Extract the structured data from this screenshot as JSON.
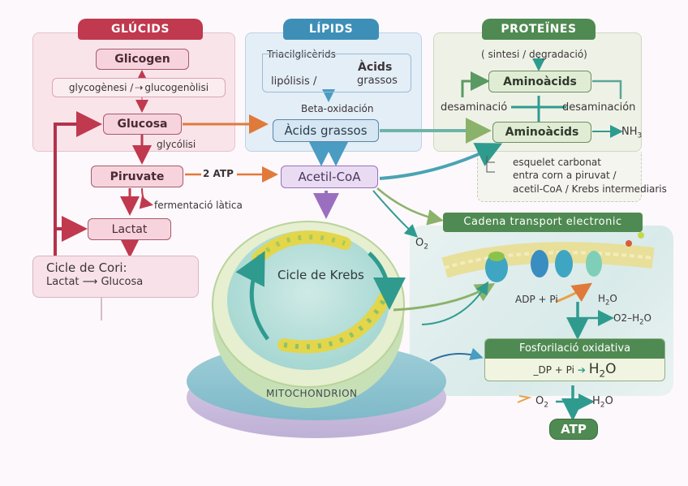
{
  "colors": {
    "glucids": "#c0394e",
    "lipids": "#3d8fb7",
    "proteines": "#4f8a52",
    "acetil": "#9b6fc0",
    "orange": "#e07a3a",
    "teal": "#2f9b8f"
  },
  "glucids": {
    "header": "GLÚCIDS",
    "glicogen": "Glicogen",
    "glyco_label_left": "glycogènesi /",
    "glyco_label_right": "glucogenòlisi",
    "glucosa": "Glucosa",
    "glycolisi": "glycólisi",
    "piruvate": "Piruvate",
    "atp_label": "2 ATP",
    "fermentacio": "fermentació làtica",
    "lactat": "Lactat",
    "cori_title": "Cicle de Cori:",
    "cori_from": "Lactat",
    "cori_to": "Glucosa"
  },
  "lipids": {
    "header": "LÍPIDS",
    "triacil": "Triacilglicèrids",
    "lipolisi": "lipólisis /",
    "acids_top_1": "Àcids",
    "acids_top_2": "grassos",
    "beta": "Beta-oxidación",
    "acids_grassos": "Àcids grassos",
    "acetil": "Acetil-CoA"
  },
  "proteines": {
    "header": "PROTEÏNES",
    "sintesi": "( sintesi / degradació)",
    "aminoacids_top": "Aminoàcids",
    "desaminacio_left": "desaminació",
    "desaminacio_right": "desaminación",
    "aminoacids_bottom": "Aminoàcids",
    "nh3": "NH",
    "nh3_sub": "3",
    "esquelet": "esquelet carbonat",
    "entra": "entra corn a piruvat /",
    "acetil_krebs": "acetil-CoA / Krebs intermediaris"
  },
  "krebs": {
    "label": "Cicle de Krebs",
    "mitochondrion": "MITOCHONDRION"
  },
  "etc": {
    "header": "Cadena transport electronic",
    "o2": "O",
    "o2_sub": "2",
    "adp": "ADP + Pi",
    "h2o": "H",
    "h2o_sub": "2",
    "h2o_end": "O",
    "o2_h2o": "O2–H",
    "o2_h2o_sub": "2",
    "o2_h2o_end": "O"
  },
  "fosforilacio": {
    "header": "Fosforilació oxidativa",
    "eq_left": "_DP + Pi",
    "eq_right": "H",
    "eq_sub": "2",
    "eq_end": "O",
    "o2": "O",
    "o2_sub": "2",
    "h2o": "H",
    "h2o_sub": "2",
    "h2o_end": "O",
    "atp": "ATP"
  }
}
